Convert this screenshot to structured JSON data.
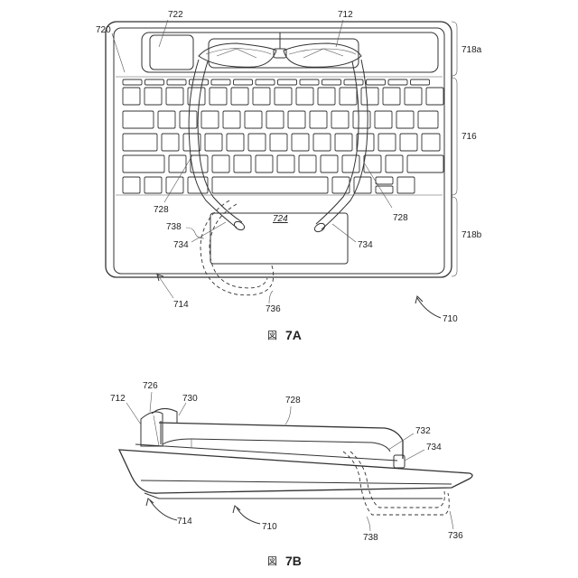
{
  "figures": [
    {
      "id": "7A",
      "caption_kanji": "図",
      "caption_num": "7A"
    },
    {
      "id": "7B",
      "caption_kanji": "図",
      "caption_num": "7B"
    }
  ],
  "labels_7a": {
    "l722": "722",
    "l712": "712",
    "l720": "720",
    "l718a": "718a",
    "l716": "716",
    "l728_left": "728",
    "l728_right": "728",
    "l724": "724",
    "l738": "738",
    "l734_left": "734",
    "l734_right": "734",
    "l718b": "718b",
    "l714": "714",
    "l736": "736",
    "l710": "710"
  },
  "labels_7b": {
    "l712": "712",
    "l726": "726",
    "l730": "730",
    "l728": "728",
    "l732": "732",
    "l734": "734",
    "l714": "714",
    "l710": "710",
    "l738": "738",
    "l736": "736"
  }
}
